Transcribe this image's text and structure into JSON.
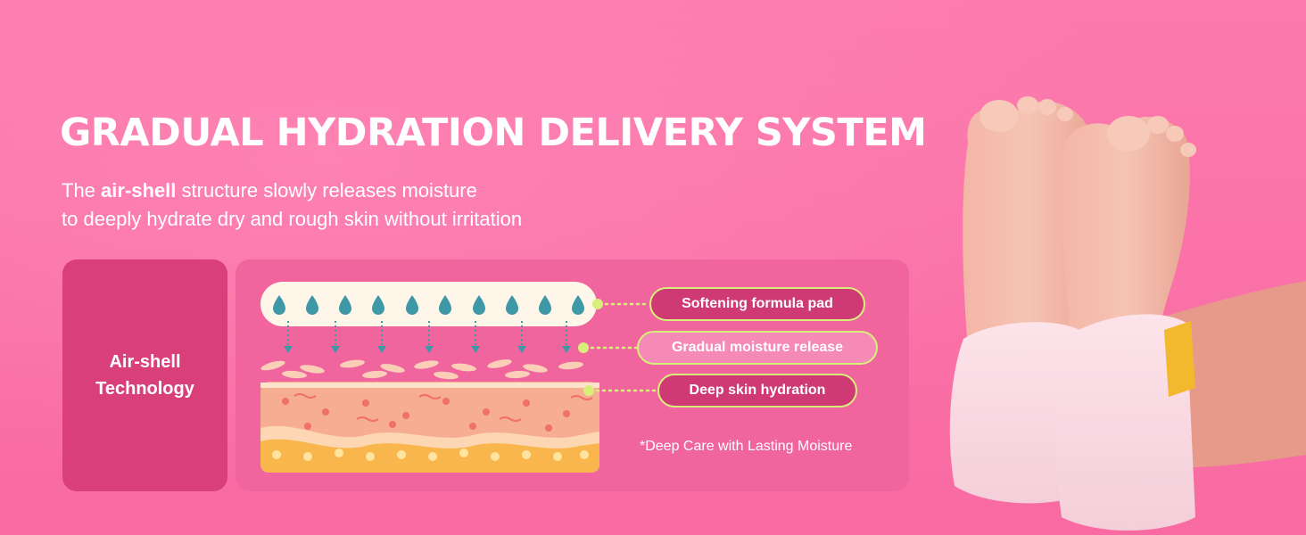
{
  "headline": "GRADUAL HYDRATION DELIVERY SYSTEM",
  "subtitle": {
    "part1": "The ",
    "bold": "air-shell",
    "part2": " structure slowly releases moisture",
    "line2": "to deeply hydrate dry and rough skin without irritation"
  },
  "left_card": {
    "label": "Air-shell Technology"
  },
  "diagram": {
    "labels": [
      {
        "text": "Softening formula pad",
        "style": "dark"
      },
      {
        "text": "Gradual moisture release",
        "style": "light"
      },
      {
        "text": "Deep skin hydration",
        "style": "dark"
      }
    ],
    "footnote": "*Deep Care with Lasting Moisture"
  },
  "colors": {
    "background": "#fe76a9",
    "card": "#d94079",
    "panel": "#f1659e",
    "accent_lime": "#d8f07a",
    "water_drop": "#3f98a6"
  }
}
